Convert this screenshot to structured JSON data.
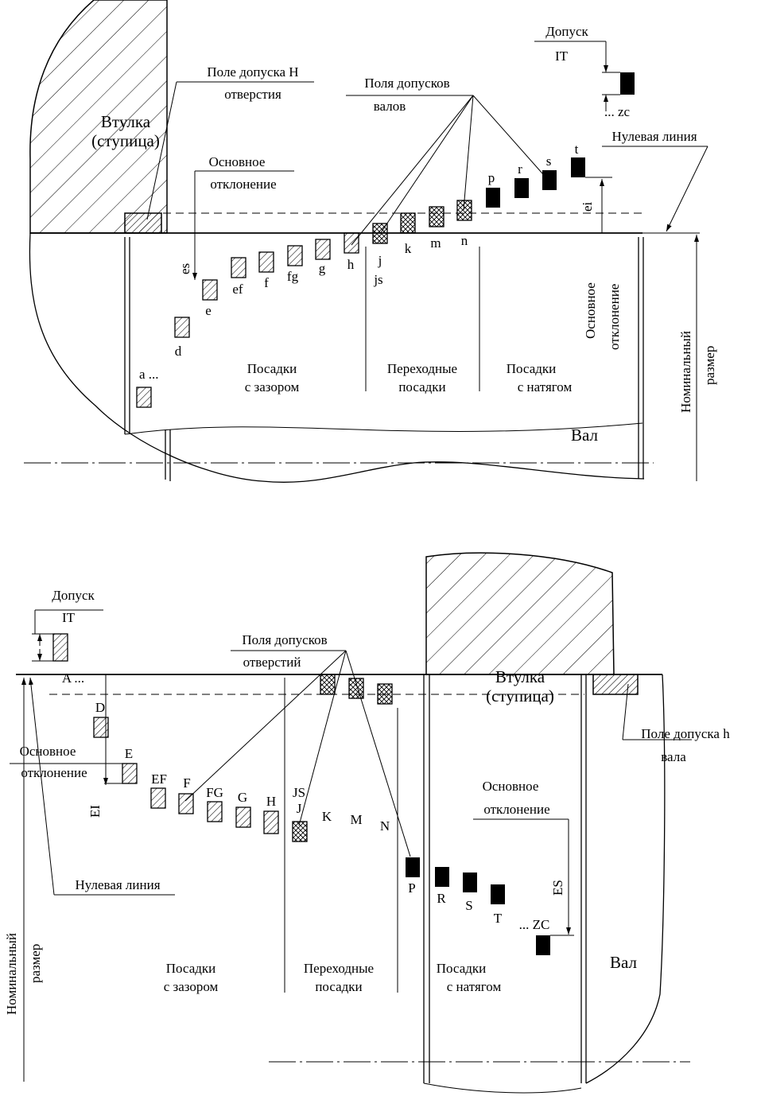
{
  "top": {
    "bushing": [
      "Втулка",
      "(ступица)"
    ],
    "hole_field": [
      "Поле допуска H",
      "отверстия"
    ],
    "shaft_fields": [
      "Поля допусков",
      "валов"
    ],
    "main_dev_left": [
      "Основное",
      "отклонение"
    ],
    "main_dev_right": [
      "Основное",
      "отклонение"
    ],
    "tolerance": [
      "Допуск",
      "IT"
    ],
    "zc": "... zc",
    "zero_line": "Нулевая линия",
    "es": "es",
    "ei": "ei",
    "nominal": [
      "Номинальный",
      "размер"
    ],
    "shaft": "Вал",
    "a_label": "a ...",
    "fits": {
      "clearance": [
        "Посадки",
        "с зазором"
      ],
      "transition": [
        "Переходные",
        "посадки"
      ],
      "interference": [
        "Посадки",
        "с натягом"
      ]
    },
    "letters": {
      "d": "d",
      "e": "e",
      "ef": "ef",
      "f": "f",
      "fg": "fg",
      "g": "g",
      "h": "h",
      "j": "j",
      "js": "js",
      "k": "k",
      "m": "m",
      "n": "n",
      "p": "p",
      "r": "r",
      "s": "s",
      "t": "t"
    }
  },
  "bottom": {
    "tolerance": [
      "Допуск",
      "IT"
    ],
    "a_label": "A ...",
    "hole_fields": [
      "Поля допусков",
      "отверстий"
    ],
    "main_dev_left": [
      "Основное",
      "отклонение"
    ],
    "main_dev_right": [
      "Основное",
      "отклонение"
    ],
    "bushing": [
      "Втулка",
      "(ступица)"
    ],
    "shaft_field": [
      "Поле допуска h",
      "вала"
    ],
    "zero_line": "Нулевая линия",
    "EI": "EI",
    "ES": "ES",
    "nominal": [
      "Номинальный",
      "размер"
    ],
    "shaft": "Вал",
    "zc": "... ZC",
    "fits": {
      "clearance": [
        "Посадки",
        "с зазором"
      ],
      "transition": [
        "Переходные",
        "посадки"
      ],
      "interference": [
        "Посадки",
        "с натягом"
      ]
    },
    "letters": {
      "D": "D",
      "E": "E",
      "EF": "EF",
      "F": "F",
      "FG": "FG",
      "G": "G",
      "H": "H",
      "JS": "JS",
      "J": "J",
      "K": "K",
      "M": "M",
      "N": "N",
      "P": "P",
      "R": "R",
      "S": "S",
      "T": "T"
    }
  }
}
